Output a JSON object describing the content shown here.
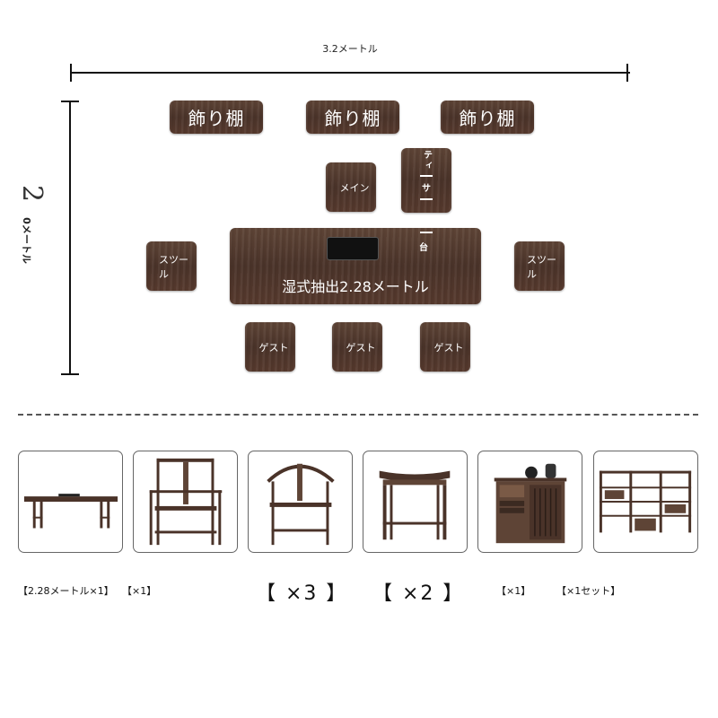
{
  "dimensions": {
    "width_label": "3.2メートル",
    "height_label_digit": "2",
    "height_label_rest": "0メートル"
  },
  "shelves": [
    "飾り棚",
    "飾り棚",
    "飾り棚"
  ],
  "main_seat": "メイン",
  "tea_cart": {
    "label_top": "ティ",
    "label_mid": "サ",
    "label_bottom": "台"
  },
  "stools": [
    "スツール",
    "スツール"
  ],
  "table_label": "湿式抽出2.28メートル",
  "guests": [
    "ゲスト",
    "ゲスト",
    "ゲスト"
  ],
  "products": [
    {
      "name": "tea-table",
      "qty": "【2.28メートル×1】"
    },
    {
      "name": "armchair",
      "qty": "【×1】"
    },
    {
      "name": "round-chair",
      "qty": "【 ×3 】"
    },
    {
      "name": "stool",
      "qty": "【 ×2 】"
    },
    {
      "name": "side-cabinet",
      "qty": "【×1】"
    },
    {
      "name": "display-shelf",
      "qty": "【×1セット】"
    }
  ],
  "colors": {
    "wood": "#4a3329",
    "line": "#111111"
  }
}
